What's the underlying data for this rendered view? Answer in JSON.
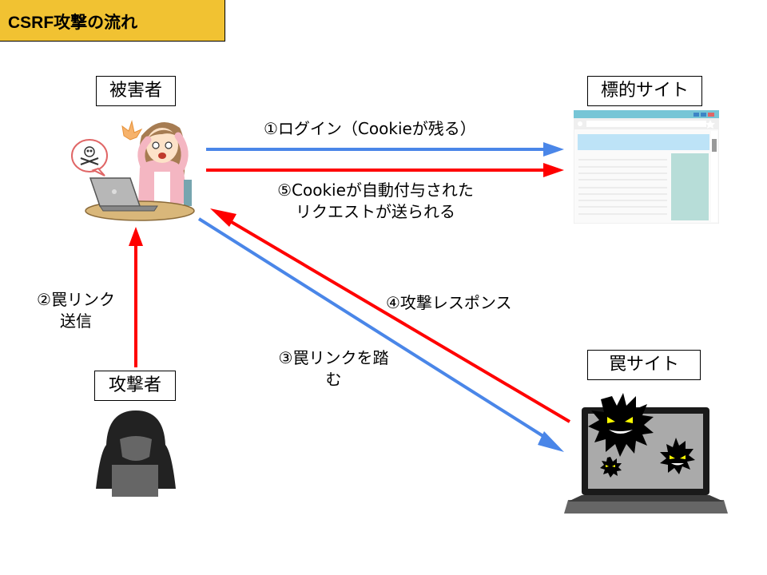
{
  "title": "CSRF攻撃の流れ",
  "actors": {
    "victim": {
      "label": "被害者"
    },
    "target_site": {
      "label": "標的サイト"
    },
    "attacker": {
      "label": "攻撃者"
    },
    "trap_site": {
      "label": "罠サイト"
    }
  },
  "steps": [
    {
      "id": 1,
      "label": "①ログイン（Cookieが残る）",
      "from": "victim",
      "to": "target_site",
      "color": "#4a86e8"
    },
    {
      "id": 2,
      "label_lines": [
        "②罠リンク",
        "送信"
      ],
      "from": "attacker",
      "to": "victim",
      "color": "#ff0000"
    },
    {
      "id": 3,
      "label_lines": [
        "③罠リンクを踏",
        "む"
      ],
      "from": "victim",
      "to": "trap_site",
      "color": "#4a86e8"
    },
    {
      "id": 4,
      "label": "④攻撃レスポンス",
      "from": "trap_site",
      "to": "victim",
      "color": "#ff0000"
    },
    {
      "id": 5,
      "label_lines": [
        "⑤Cookieが自動付与された",
        "リクエストが送られる"
      ],
      "from": "victim",
      "to": "target_site",
      "color": "#ff0000"
    }
  ],
  "colors": {
    "title_bg": "#f1c232",
    "arrow_blue": "#4a86e8",
    "arrow_red": "#ff0000"
  }
}
